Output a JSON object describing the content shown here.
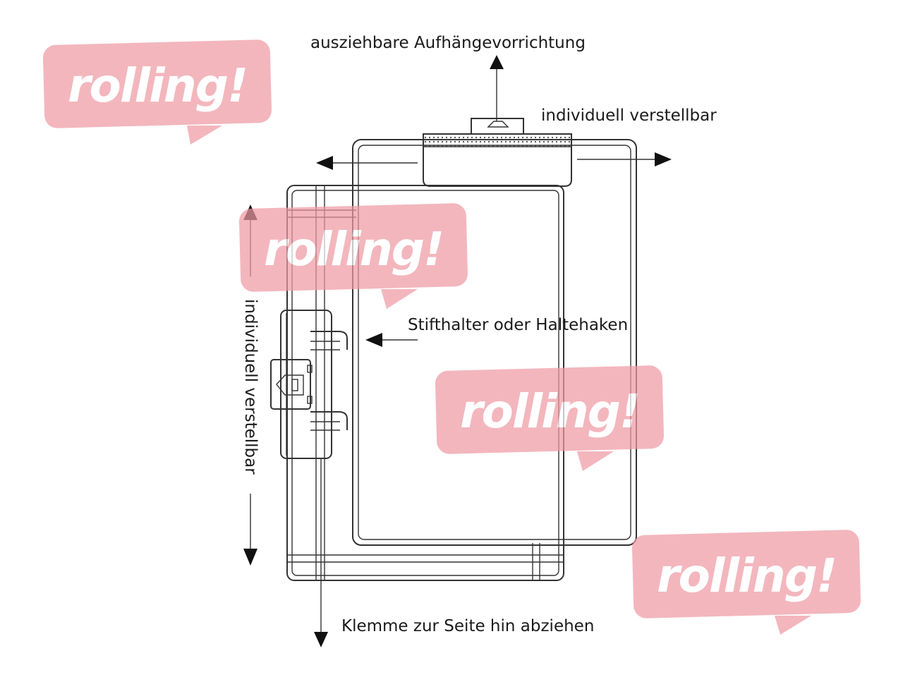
{
  "labels": {
    "hanger": "ausziehbare Aufhängevorrichtung",
    "adjust_top": "individuell verstellbar",
    "pen_holder": "Stifthalter oder Haltehaken",
    "adjust_side": "individuell verstellbar",
    "clamp": "Klemme zur Seite hin abziehen"
  },
  "watermark": {
    "text": "rolling!",
    "color": "#ef9aa4"
  }
}
